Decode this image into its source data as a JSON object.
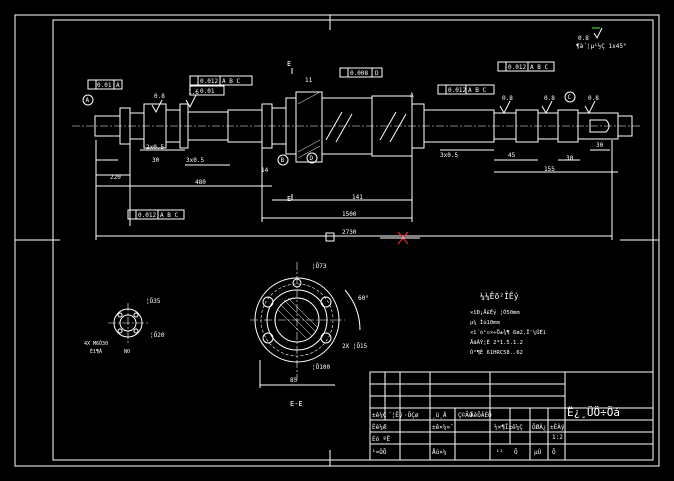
{
  "drawing": {
    "section_view_label": "E-E",
    "cut_plane_top": "E",
    "cut_plane_bottom": "E",
    "tech_requirements_title": "¼¼Êõ²ÎÊý",
    "tech_requirements": [
      "×îÐ¡Ä£Êý ¦Õ50mm",
      "µ¼     Ìú10mm",
      "×î´ó¹¤×÷Ö±¾¶ 6ø2,Ï¯¼ÛÉì",
      "ÅäÂÝ¦È 2*1.5.1.2",
      "Ó²¶È 61HRC58..62"
    ],
    "small_view_label_1": "4X M6Ö30",
    "small_view_label_2": "Éî¶Á",
    "small_view_label_3": "NO"
  },
  "title_block": {
    "part_name": "Ë¿¸ÜÖ÷Öá",
    "scale": "1:2",
    "rows": [
      "±ê¼Ç",
      "Éè¼Æ",
      "Éó ºË",
      "¹¤ÒÕ"
    ],
    "header_cells": [
      "´¦Êý",
      "·ÖÇø",
      "¸ü¸Ä",
      "Ç©Ãû",
      "ÄêÔÂÈÕ"
    ],
    "right_header": [
      "½×¶Î±ê¼Ç",
      "ÖØÁ¿",
      "±ÈÀý"
    ],
    "bottom_cells": [
      "¹²",
      "Õ",
      "µÚ",
      "Õ"
    ],
    "material_cell": "±ê×¼»¯",
    "approve_cell": "Åú×¼"
  },
  "dims": {
    "d_220": "220",
    "d_480": "480",
    "d_141": "141",
    "d_1500": "1500",
    "d_2730": "2730",
    "d_155": "155",
    "d_45": "45",
    "d_30": "30",
    "d_30b": "30",
    "d_11": "11",
    "d_14": "14",
    "d_2x0_5": "2x0.5",
    "d_3x0_5": "3x0.5",
    "d_3x0_5b": "3x0.5",
    "d_30_left": "30",
    "d_85": "85",
    "d_100": "¦Õ100",
    "d_35": "¦Õ35",
    "d_20": "¦Õ20",
    "d_15": "2X ¦Õ15",
    "d_60deg": "60°",
    "d_73": "¦Õ73"
  },
  "tolerances": {
    "tol_left": "0.01",
    "tol_top_1": "0.012",
    "tol_top_1_ref": "A B C",
    "tol_top_2": "0.01",
    "tol_center": "0.008",
    "tol_center_ref": "D",
    "tol_right": "0.012",
    "tol_right_ref": "A B C",
    "tol_bottom": "0.012",
    "tol_bottom_ref": "A B C",
    "datum_A": "A",
    "datum_B": "B",
    "datum_C": "C",
    "datum_D": "D",
    "ref_A": "A"
  },
  "surface": {
    "rough_1": "0.8",
    "rough_2": "1.6",
    "rough_3": "0.8",
    "rough_4": "0.8",
    "rough_5": "0.8",
    "rough_top": "0.8",
    "note_top_right": "¶à´¦µ¹½Ç 1x45°"
  },
  "colors": {
    "background": "#000000",
    "lines": "#ffffff",
    "accent_red": "#ff2a2a",
    "accent_green": "#33ff33"
  }
}
